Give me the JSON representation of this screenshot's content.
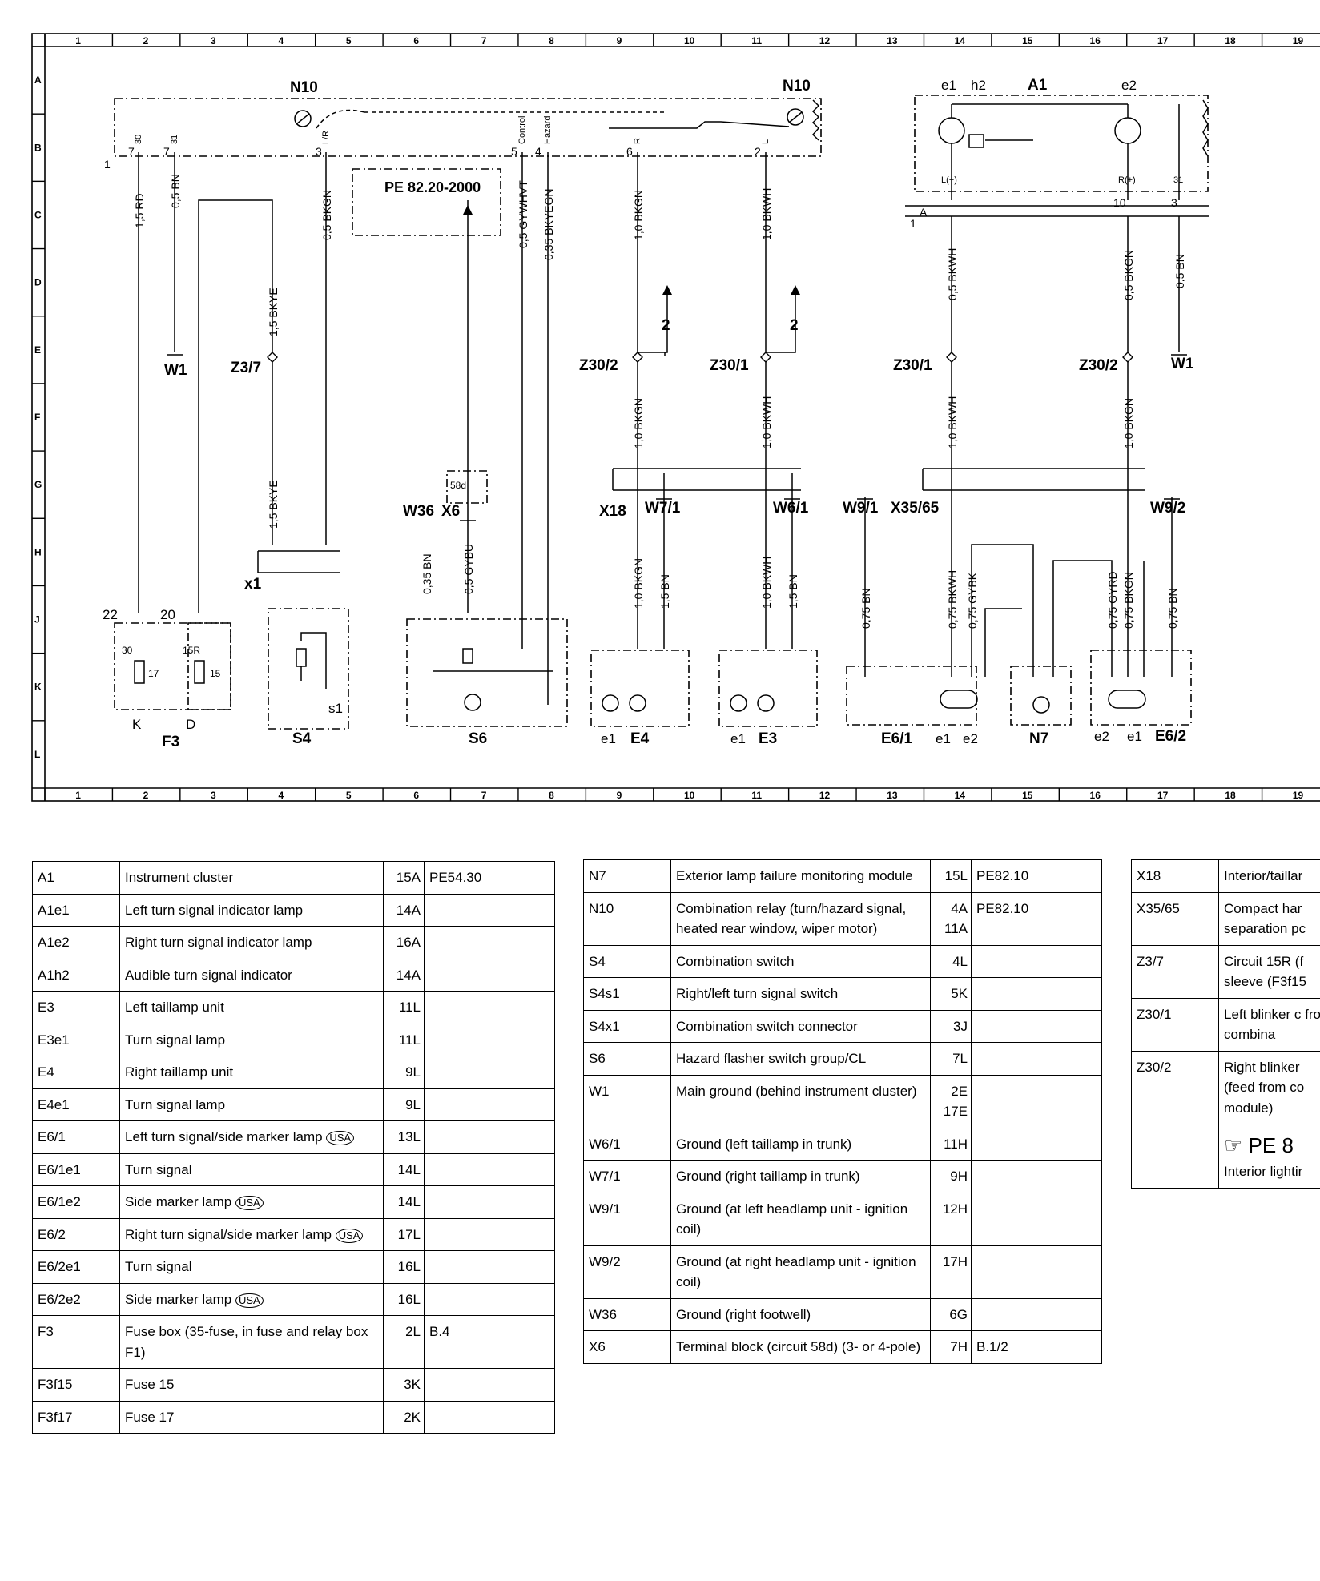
{
  "grid": {
    "cols": [
      "1",
      "2",
      "3",
      "4",
      "5",
      "6",
      "7",
      "8",
      "9",
      "10",
      "11",
      "12",
      "13",
      "14",
      "15",
      "16",
      "17",
      "18",
      "19"
    ],
    "rows": [
      "A",
      "B",
      "C",
      "D",
      "E",
      "F",
      "G",
      "H",
      "J",
      "K",
      "L"
    ]
  },
  "components": {
    "n10_left": "N10",
    "n10_right": "N10",
    "a1": "A1",
    "a1_e1": "e1",
    "a1_h2": "h2",
    "a1_e2": "e2",
    "pe_ref": "PE 82.20-2000",
    "w1_left": "W1",
    "w1_right": "W1",
    "z3_7": "Z3/7",
    "z30_2_left": "Z30/2",
    "z30_1_left": "Z30/1",
    "z30_1_right": "Z30/1",
    "z30_2_right": "Z30/2",
    "w36": "W36",
    "x6": "X6",
    "x18": "X18",
    "w7_1": "W7/1",
    "w6_1": "W6/1",
    "w9_1": "W9/1",
    "x35_65": "X35/65",
    "w9_2": "W9/2",
    "x1": "x1",
    "f3": "F3",
    "s4": "S4",
    "s6": "S6",
    "e4": "E4",
    "e3": "E3",
    "e6_1": "E6/1",
    "n7": "N7",
    "e6_2": "E6/2",
    "s1": "s1",
    "e1": "e1",
    "e2": "e2",
    "arrow_2": "2",
    "pin_58d": "58d",
    "f3_k": "K",
    "f3_d": "D",
    "f3_22": "22",
    "f3_20": "20",
    "f3_30": "30",
    "f3_15r": "15R",
    "f3_17": "17",
    "f3_15": "15"
  },
  "wires": {
    "w1": "1,5 RD",
    "w2": "0,5 BN",
    "w3": "0,5 BKGN",
    "w4": "1,5 BKYE",
    "w5": "1,5 BKYE",
    "w6": "0,5 GYWHVT",
    "w7": "0,35 BKYEGN",
    "w8": "0,35 BN",
    "w9": "0,5 GYBU",
    "w10": "1,0 BKGN",
    "w11": "1,0 BKGN",
    "w12": "1,0 BKGN",
    "w13": "1,5 BN",
    "w14": "1,0 BKWH",
    "w15": "1,0 BKWH",
    "w16": "1,0 BKWH",
    "w17": "1,5 BN",
    "w18": "0,5 BKWH",
    "w19": "1,0 BKWH",
    "w20": "0,75 BN",
    "w21": "0,75 BKWH",
    "w22": "0,75 GYBK",
    "w23": "0,5 BKGN",
    "w24": "1,0 BKGN",
    "w25": "0,75 GYRD",
    "w26": "0,75 BKGN",
    "w27": "0,75 BN",
    "w28": "0,5 BN"
  },
  "pins": {
    "n10": [
      "30",
      "31",
      "L/R",
      "Control",
      "Hazard",
      "R",
      "L"
    ],
    "n10_nums": [
      "1",
      "7",
      "3",
      "5",
      "4",
      "6",
      "2",
      "1"
    ],
    "a1": [
      "L(+)",
      "R(+)",
      "31",
      "A",
      "1",
      "10",
      "3",
      "1"
    ]
  },
  "legend_left": [
    {
      "code": "A1",
      "desc": "Instrument cluster",
      "loc": "15A",
      "ref": "PE54.30"
    },
    {
      "code": "A1e1",
      "desc": "Left turn signal indicator lamp",
      "loc": "14A",
      "ref": ""
    },
    {
      "code": "A1e2",
      "desc": "Right turn signal indicator lamp",
      "loc": "16A",
      "ref": ""
    },
    {
      "code": "A1h2",
      "desc": "Audible turn signal indicator",
      "loc": "14A",
      "ref": ""
    },
    {
      "code": "E3",
      "desc": "Left taillamp unit",
      "loc": "11L",
      "ref": ""
    },
    {
      "code": "E3e1",
      "desc": "Turn signal lamp",
      "loc": "11L",
      "ref": ""
    },
    {
      "code": "E4",
      "desc": "Right taillamp unit",
      "loc": "9L",
      "ref": ""
    },
    {
      "code": "E4e1",
      "desc": "Turn signal lamp",
      "loc": "9L",
      "ref": ""
    },
    {
      "code": "E6/1",
      "desc": "Left turn signal/side marker lamp",
      "usa": "USA",
      "loc": "13L",
      "ref": ""
    },
    {
      "code": "E6/1e1",
      "desc": "Turn signal",
      "loc": "14L",
      "ref": ""
    },
    {
      "code": "E6/1e2",
      "desc": "Side marker lamp",
      "usa": "USA",
      "loc": "14L",
      "ref": ""
    },
    {
      "code": "E6/2",
      "desc": "Right turn signal/side marker lamp",
      "usa": "USA",
      "loc": "17L",
      "ref": ""
    },
    {
      "code": "E6/2e1",
      "desc": "Turn signal",
      "loc": "16L",
      "ref": ""
    },
    {
      "code": "E6/2e2",
      "desc": "Side marker lamp",
      "usa": "USA",
      "loc": "16L",
      "ref": ""
    },
    {
      "code": "F3",
      "desc": "Fuse box (35-fuse, in fuse and relay box F1)",
      "loc": "2L",
      "ref": "B.4"
    },
    {
      "code": "F3f15",
      "desc": "Fuse 15",
      "loc": "3K",
      "ref": ""
    },
    {
      "code": "F3f17",
      "desc": "Fuse 17",
      "loc": "2K",
      "ref": ""
    }
  ],
  "legend_mid": [
    {
      "code": "N7",
      "desc": "Exterior lamp failure monitoring module",
      "loc": "15L",
      "ref": "PE82.10"
    },
    {
      "code": "N10",
      "desc": "Combination relay (turn/hazard signal, heated rear window, wiper motor)",
      "loc": "4A 11A",
      "ref": "PE82.10"
    },
    {
      "code": "S4",
      "desc": "Combination switch",
      "loc": "4L",
      "ref": ""
    },
    {
      "code": "S4s1",
      "desc": "Right/left turn signal switch",
      "loc": "5K",
      "ref": ""
    },
    {
      "code": "S4x1",
      "desc": "Combination switch connector",
      "loc": "3J",
      "ref": ""
    },
    {
      "code": "S6",
      "desc": "Hazard flasher switch group/CL",
      "loc": "7L",
      "ref": ""
    },
    {
      "code": "W1",
      "desc": "Main ground (behind instrument cluster)",
      "loc": "2E 17E",
      "ref": ""
    },
    {
      "code": "W6/1",
      "desc": "Ground (left taillamp in trunk)",
      "loc": "11H",
      "ref": ""
    },
    {
      "code": "W7/1",
      "desc": "Ground (right taillamp in trunk)",
      "loc": "9H",
      "ref": ""
    },
    {
      "code": "W9/1",
      "desc": "Ground (at left headlamp unit - ignition coil)",
      "loc": "12H",
      "ref": ""
    },
    {
      "code": "W9/2",
      "desc": "Ground (at right headlamp unit - ignition coil)",
      "loc": "17H",
      "ref": ""
    },
    {
      "code": "W36",
      "desc": "Ground (right footwell)",
      "loc": "6G",
      "ref": ""
    },
    {
      "code": "X6",
      "desc": "Terminal block (circuit 58d) (3- or 4-pole)",
      "loc": "7H",
      "ref": "B.1/2"
    }
  ],
  "legend_right": [
    {
      "code": "X18",
      "desc": "Interior/taillar"
    },
    {
      "code": "X35/65",
      "desc": "Compact har separation pc"
    },
    {
      "code": "Z3/7",
      "desc": "Circuit 15R (f sleeve (F3f15"
    },
    {
      "code": "Z30/1",
      "desc": "Left blinker c from combina"
    },
    {
      "code": "Z30/2",
      "desc": "Right blinker (feed from co module)"
    },
    {
      "code": "",
      "desc": "PE 8",
      "note": "Interior lightir"
    }
  ]
}
